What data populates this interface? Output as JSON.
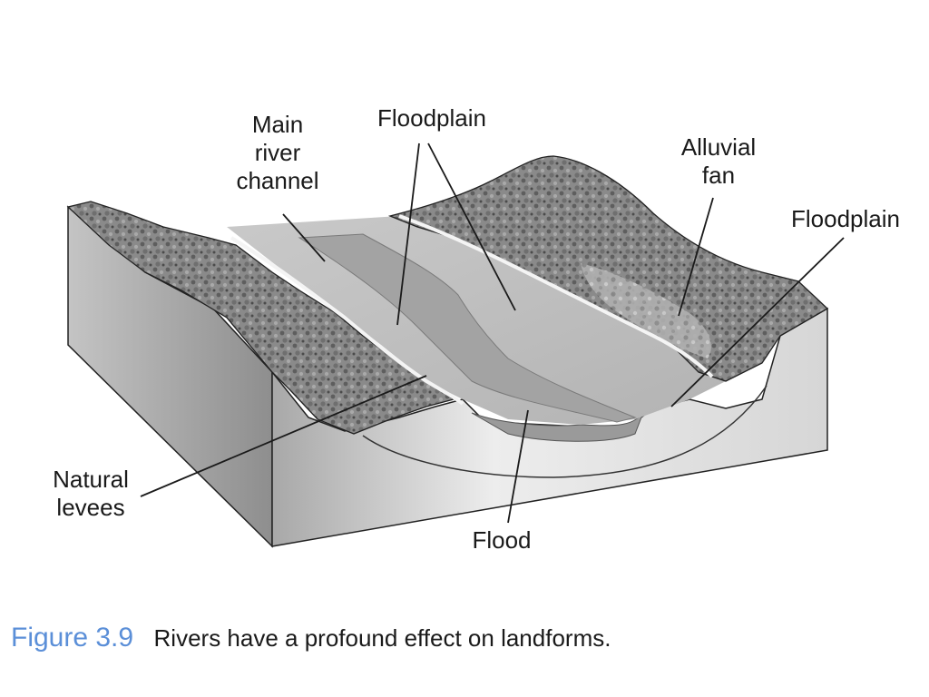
{
  "labels": {
    "main_river_channel": [
      "Main",
      "river",
      "channel"
    ],
    "floodplain_center": "Floodplain",
    "alluvial_fan": [
      "Alluvial",
      "fan"
    ],
    "floodplain_right": "Floodplain",
    "natural_levees": [
      "Natural",
      "levees"
    ],
    "flood": "Flood"
  },
  "caption": {
    "figure_number": "Figure 3.9",
    "text": "Rivers have a profound effect on landforms."
  },
  "colors": {
    "figure_number": "#5b8fd8",
    "label_text": "#1a1a1a",
    "leader_line": "#1a1a1a"
  }
}
